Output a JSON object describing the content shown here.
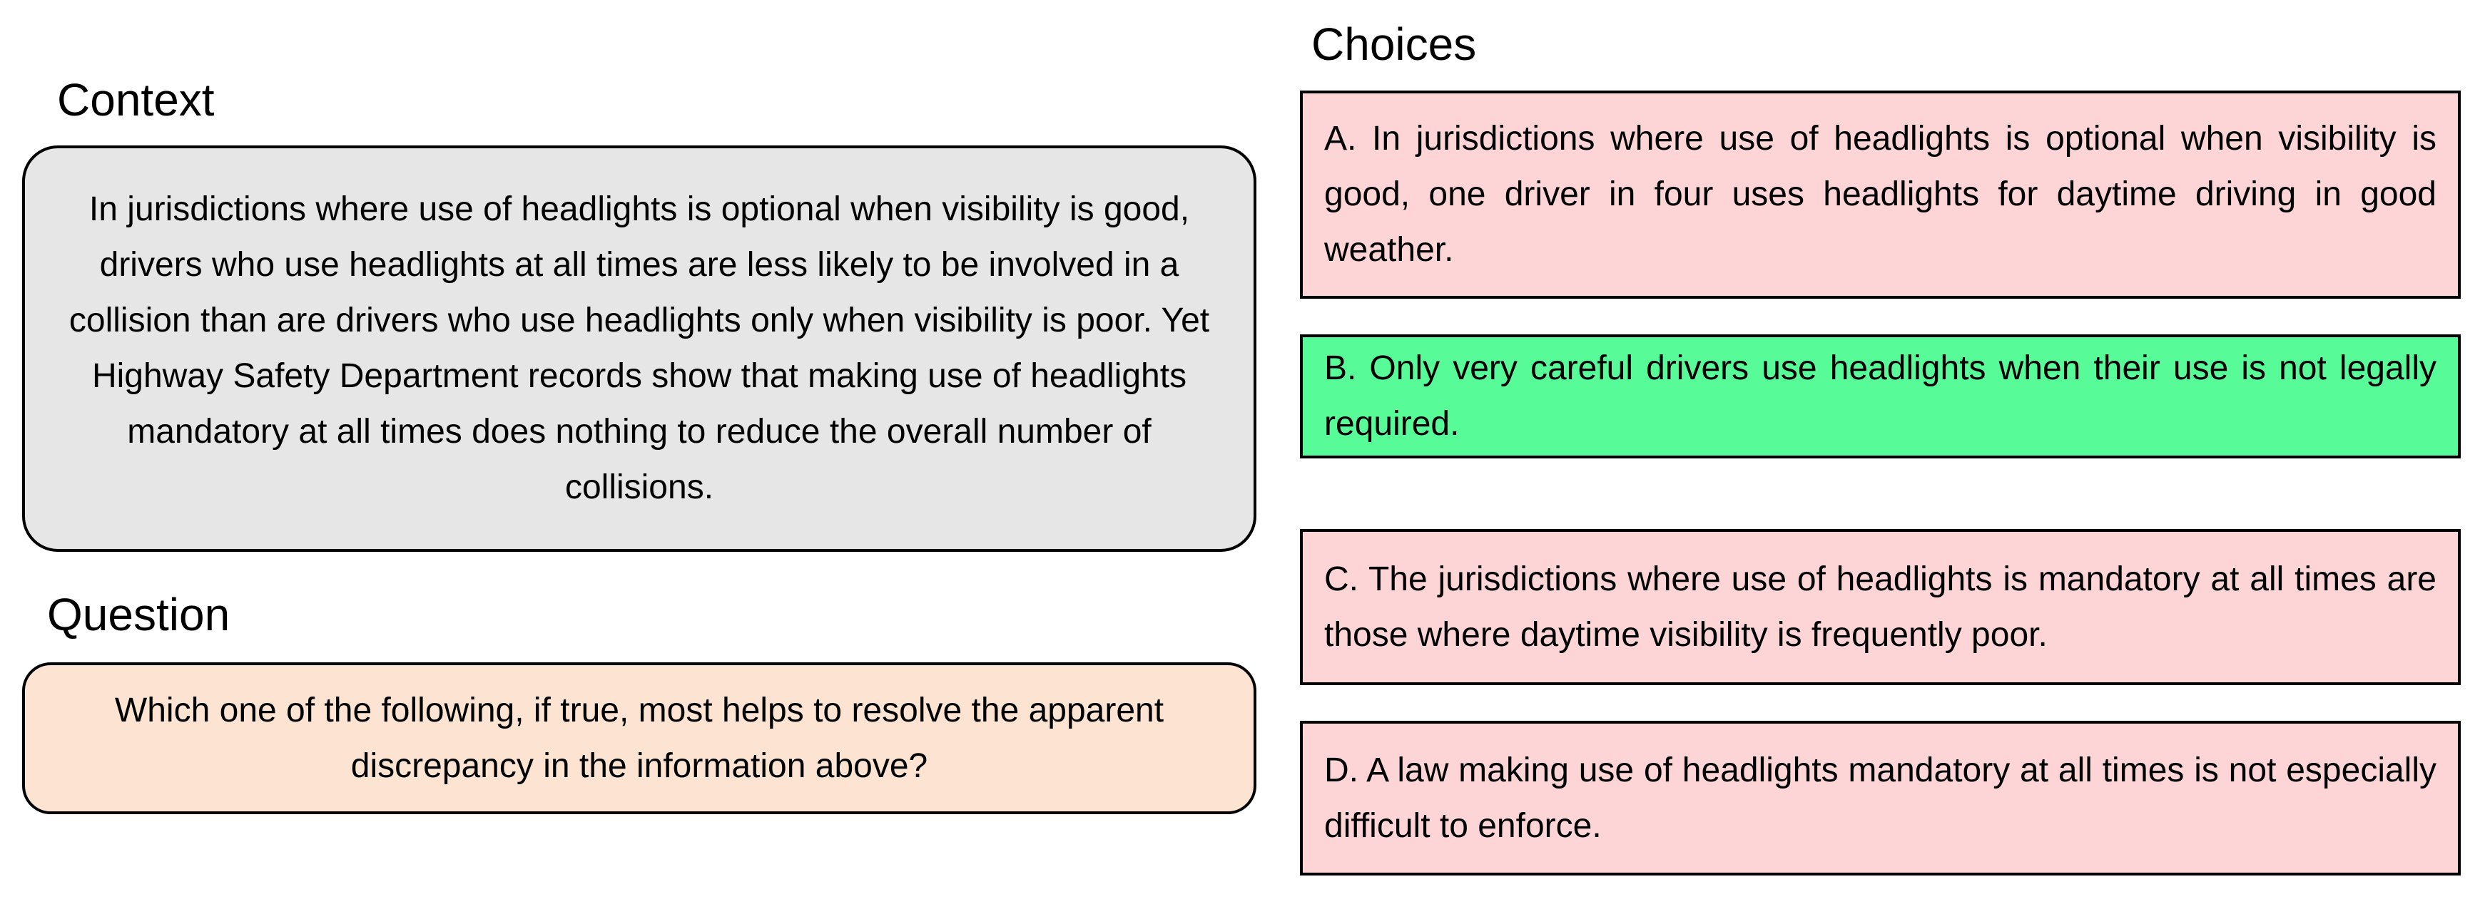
{
  "context": {
    "title": "Context",
    "text": "In jurisdictions where use of headlights is optional when visibility is good, drivers who use headlights at all times are less likely to be involved in a collision than are drivers who use headlights only when visibility is poor. Yet Highway Safety Department records show that making use of headlights mandatory at all times does nothing to reduce the overall number of collisions."
  },
  "question": {
    "title": "Question",
    "text": "Which one of the following, if true, most helps to resolve the apparent discrepancy in the information above?"
  },
  "choices": {
    "title": "Choices",
    "items": [
      {
        "text": "A. In jurisdictions where use of headlights is optional when visibility is good, one driver in four uses headlights for daytime driving in good weather.",
        "correct": false
      },
      {
        "text": "B. Only very careful drivers use headlights when their use is not legally required.",
        "correct": true
      },
      {
        "text": "C. The jurisdictions where use of headlights is mandatory at all times are those where daytime visibility is frequently poor.",
        "correct": false
      },
      {
        "text": "D. A law making use of headlights mandatory at all times is not especially difficult to enforce.",
        "correct": false
      }
    ]
  },
  "colors": {
    "context_bg": "#e6e6e6",
    "question_bg": "#fde4d2",
    "choice_bg": "#fdd5d6",
    "correct_bg": "#57fc98"
  }
}
